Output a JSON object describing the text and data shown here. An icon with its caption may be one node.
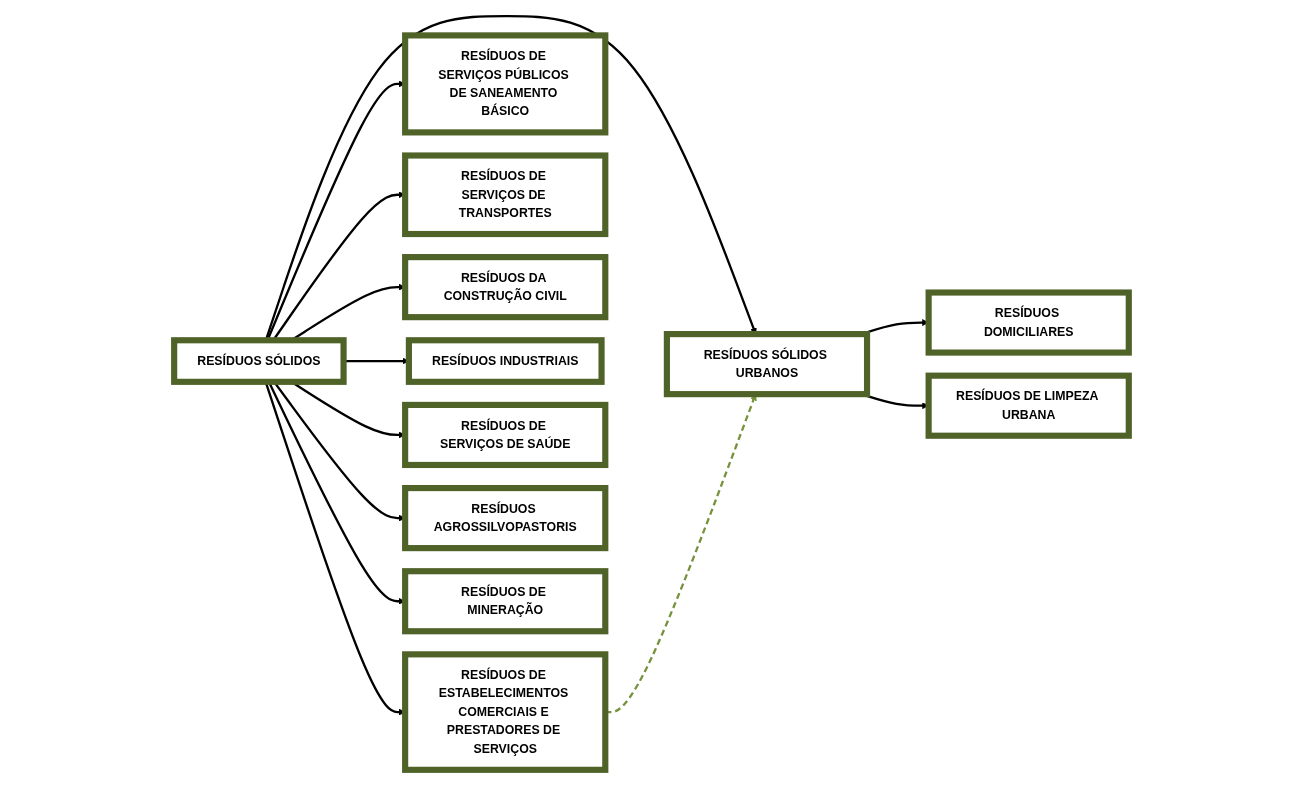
{
  "diagram": {
    "nodes": [
      {
        "text": [
          "RESÍDUOS SÓLIDOS"
        ]
      },
      {
        "text": [
          "RESÍDUOS DE ESTABELECIMENTOS COMERCIAIS E PRESTADORES DE SERVIÇOS"
        ]
      },
      {
        "text": [
          "RESÍDUOS SÓLIDOS URBANOS"
        ]
      },
      {
        "text": [
          "RESÍDUOS DE SERVIÇOS PÚBLICOS DE SANEAMENTO BÁSICO"
        ]
      },
      {
        "text": [
          "RESÍDUOS DE SERVIÇOS DE TRANSPORTES"
        ]
      },
      {
        "text": [
          "RESÍDUOS DOMICILIARES"
        ]
      },
      {
        "text": [
          "RESÍDUOS DE LIMPEZA URBANA"
        ]
      },
      {
        "text": [
          "RESÍDUOS DA CONSTRUÇÃO CIVIL"
        ]
      },
      {
        "text": [
          "RESÍDUOS INDUSTRIAIS"
        ]
      },
      {
        "text": [
          "RESÍDUOS DE SERVIÇOS DE SAÚDE"
        ]
      },
      {
        "text": [
          "RESÍDUOS AGROSSILVOPASTORIS"
        ]
      },
      {
        "text": [
          "RESÍDUOS DE MINERAÇÃO"
        ]
      }
    ],
    "edges": [
      {
        "from": 0,
        "to": 1,
        "arrow": "to"
      },
      {
        "from": 0,
        "to": 2,
        "arrow": "to"
      },
      {
        "from": 0,
        "to": 3,
        "arrow": "to"
      },
      {
        "from": 0,
        "to": 4,
        "arrow": "to"
      },
      {
        "from": 2,
        "to": 5,
        "arrow": "to"
      },
      {
        "from": 2,
        "to": 6,
        "arrow": "to"
      },
      {
        "from": 1,
        "to": 2,
        "arrow": "to",
        "style": "dashed",
        "color": "#76923c"
      },
      {
        "from": 0,
        "to": 7,
        "arrow": "to"
      },
      {
        "from": 0,
        "to": 8,
        "arrow": "to"
      },
      {
        "from": 0,
        "to": 9,
        "arrow": "to"
      },
      {
        "from": 0,
        "to": 10,
        "arrow": "to"
      },
      {
        "from": 0,
        "to": 11,
        "arrow": "to"
      }
    ]
  }
}
